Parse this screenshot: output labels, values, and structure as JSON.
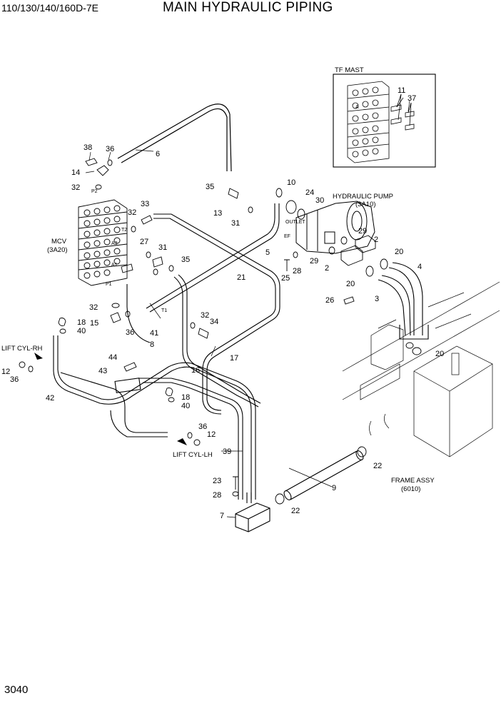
{
  "header": {
    "model": "110/130/140/160D-7E",
    "title": "MAIN HYDRAULIC PIPING"
  },
  "footer": {
    "page_number": "3040"
  },
  "labels": {
    "tf_mast": "TF MAST",
    "hydraulic_pump": "HYDRAULIC PUMP",
    "hydraulic_pump_ref": "(3A10)",
    "outlet": "OUTLET",
    "ef": "EF",
    "mcv": "MCV",
    "mcv_ref": "(3A20)",
    "lift_cyl_rh": "LIFT CYL-RH",
    "lift_cyl_lh": "LIFT CYL-LH",
    "frame_assy": "FRAME ASSY",
    "frame_assy_ref": "(6010)",
    "port_p2": "P2",
    "port_t2": "T2",
    "port_a3": "A3",
    "port_a1": "A1",
    "port_p1": "P1",
    "port_t1": "T1",
    "port_a": "A"
  },
  "callouts": {
    "c38": "38",
    "c36a": "36",
    "c6": "6",
    "c14": "14",
    "c32a": "32",
    "c35": "35",
    "c10": "10",
    "c24": "24",
    "c30": "30",
    "c13": "13",
    "c31a": "31",
    "c32b": "32",
    "c33": "33",
    "c27": "27",
    "c31b": "31",
    "c35b": "35",
    "c5": "5",
    "c21": "21",
    "c29a": "29",
    "c2a": "2",
    "c29b": "29",
    "c25": "25",
    "c28a": "28",
    "c2b": "2",
    "c20a": "20",
    "c4": "4",
    "c20b": "20",
    "c26": "26",
    "c3": "3",
    "c32c": "32",
    "c15": "15",
    "c36b": "36",
    "c41": "41",
    "c32d": "32",
    "c34": "34",
    "c18a": "18",
    "c40a": "40",
    "c8": "8",
    "c17": "17",
    "c20c": "20",
    "c44": "44",
    "c16": "16",
    "c43": "43",
    "c12a": "12",
    "c36c": "36",
    "c42": "42",
    "c18b": "18",
    "c40b": "40",
    "c36d": "36",
    "c12b": "12",
    "c39": "39",
    "c22a": "22",
    "c23": "23",
    "c9": "9",
    "c28b": "28",
    "c22b": "22",
    "c7": "7",
    "c11": "11",
    "c37": "37"
  }
}
